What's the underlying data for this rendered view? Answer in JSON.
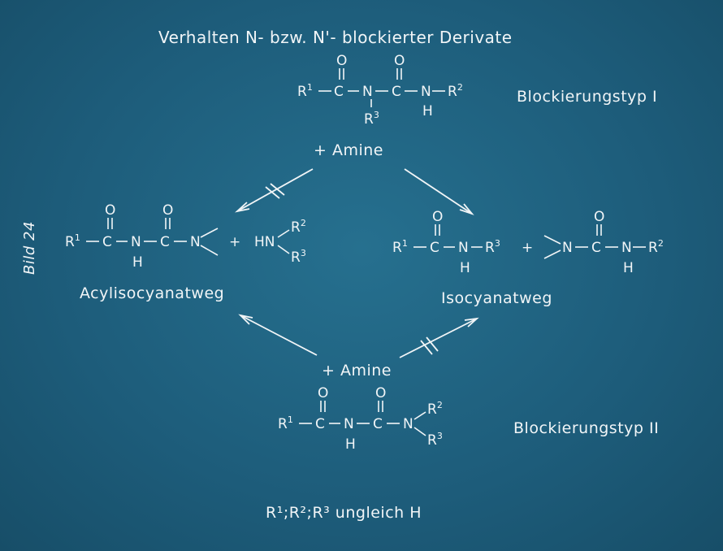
{
  "title": "Verhalten N- bzw. N'- blockierter Derivate",
  "side_label": "Bild 24",
  "type1_label": "Blockierungstyp I",
  "type2_label": "Blockierungstyp II",
  "amine_top": "+ Amine",
  "amine_bottom": "+ Amine",
  "path_left": "Acylisocyanatweg",
  "path_right": "Isocyanatweg",
  "footnote": "R¹;R²;R³ ungleich H",
  "colors": {
    "background": "#1f5f7e",
    "foreground": "#f1f5f7"
  }
}
